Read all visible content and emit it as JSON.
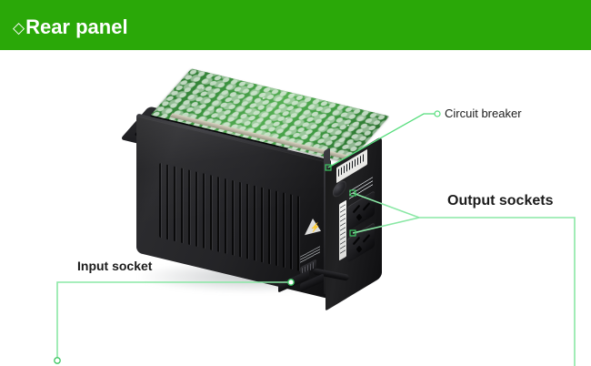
{
  "header": {
    "diamond_icon": "◇",
    "title": "Rear panel",
    "background_color": "#2aa808",
    "text_color": "#ffffff"
  },
  "callouts": [
    {
      "id": "circuit-breaker",
      "label": "Circuit breaker",
      "line_color": "#56dd7c",
      "marker": "circle"
    },
    {
      "id": "output-sockets",
      "label": "Output sockets",
      "line_color": "#8ae8a5",
      "marker": "square"
    },
    {
      "id": "input-socket",
      "label": "Input socket",
      "line_color": "#8ae8a5",
      "marker": "circle"
    }
  ],
  "product": {
    "name": "ups-unit-rear-view",
    "description": "Black UPS enclosure shown open with green PCB on top, internal transformer, battery and wiring visible, right end panel with circuit breaker and two output sockets, input socket with power cord at the bottom",
    "colors": {
      "case": "#1e1e20",
      "pcb": "#3d9440",
      "battery": "#e8d93a"
    }
  }
}
